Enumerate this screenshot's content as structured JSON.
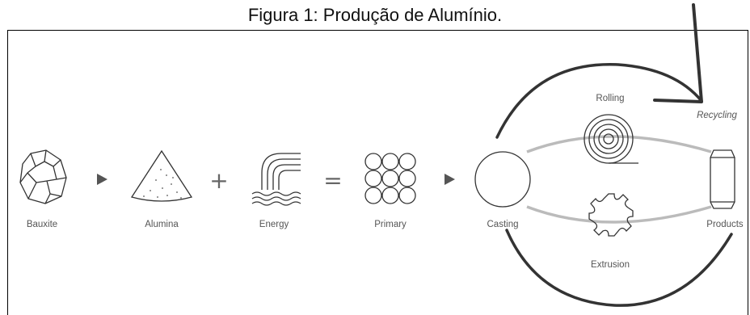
{
  "caption": "Figura 1: Produção de Alumínio.",
  "operators": {
    "plus": "+",
    "equals": "="
  },
  "nodes": {
    "bauxite": "Bauxite",
    "alumina": "Alumina",
    "energy": "Energy",
    "primary": "Primary",
    "casting": "Casting",
    "rolling": "Rolling",
    "extrusion": "Extrusion",
    "products": "Products",
    "recycling": "Recycling"
  },
  "colors": {
    "line": "#333333",
    "lightArc": "#bbbbbb",
    "arrow": "#555555"
  }
}
